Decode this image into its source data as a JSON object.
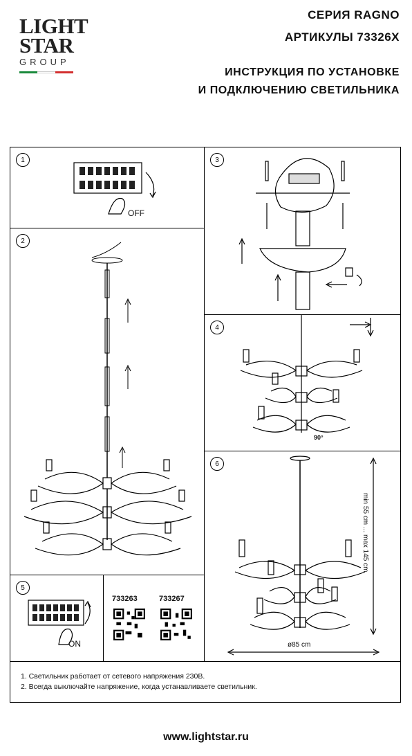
{
  "logo": {
    "line1": "LIGHT",
    "line2": "STAR",
    "line3": "GROUP",
    "flag_colors": [
      "#1a8a3c",
      "#ffffff",
      "#d32f2f"
    ]
  },
  "header": {
    "series": "СЕРИЯ RAGNO",
    "articles": "АРТИКУЛЫ 73326X",
    "title_line1": "ИНСТРУКЦИЯ ПО УСТАНОВКЕ",
    "title_line2": "И ПОДКЛЮЧЕНИЮ СВЕТИЛЬНИКА"
  },
  "panels": {
    "p1": {
      "num": "1",
      "label": "OFF"
    },
    "p2": {
      "num": "2"
    },
    "p3": {
      "num": "3"
    },
    "p4": {
      "num": "4",
      "angle": "90°"
    },
    "p5": {
      "num": "5",
      "label": "ON"
    },
    "p6": {
      "num": "6",
      "height": "min 55 cm ... max 145 cm",
      "diameter": "ø85 cm"
    }
  },
  "qr": {
    "code1": "733263",
    "code2": "733267"
  },
  "notes": [
    "1. Светильник работает от сетевого напряжения 230В.",
    "2. Всегда выключайте напряжение, когда устанавливаете светильник."
  ],
  "website": "www.lightstar.ru"
}
